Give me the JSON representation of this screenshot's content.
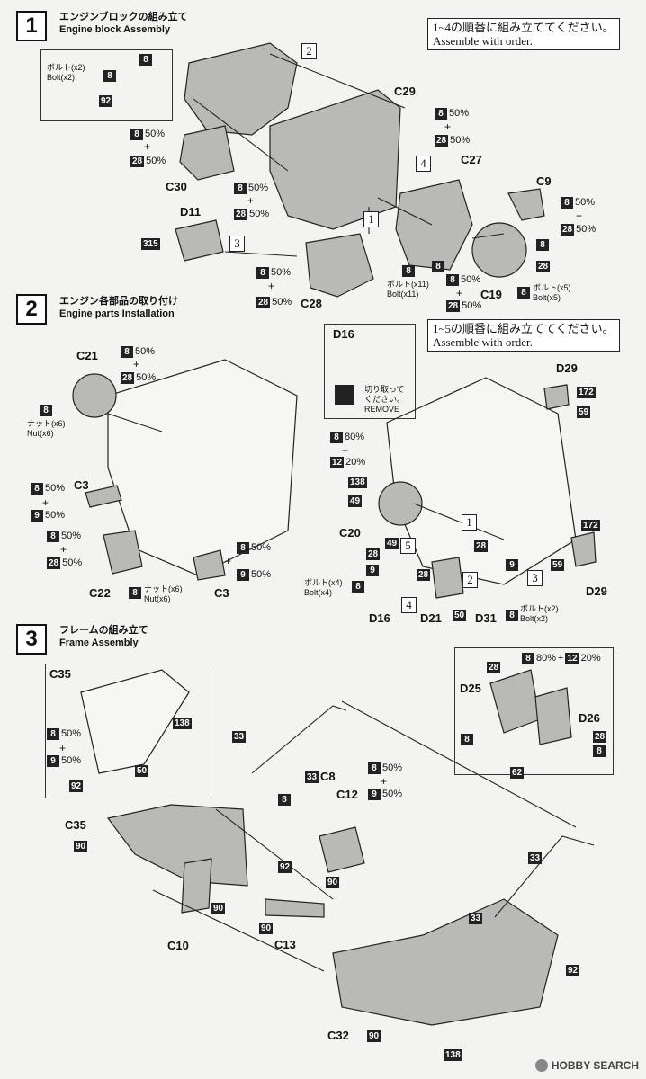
{
  "steps": [
    {
      "num": "1",
      "title_jp": "エンジンブロックの組み立て",
      "title_en": "Engine block Assembly"
    },
    {
      "num": "2",
      "title_jp": "エンジン各部品の取り付け",
      "title_en": "Engine parts Installation"
    },
    {
      "num": "3",
      "title_jp": "フレームの組み立て",
      "title_en": "Frame Assembly"
    }
  ],
  "order_notes": [
    {
      "jp": "1~4の順番に組み立ててください。",
      "en": "Assemble with order."
    },
    {
      "jp": "1~5の順番に組み立ててください。",
      "en": "Assemble with order."
    }
  ],
  "parts": {
    "c29": "C29",
    "c27": "C27",
    "c9": "C9",
    "c30": "C30",
    "d11": "D11",
    "c28": "C28",
    "c19": "C19",
    "c21": "C21",
    "c3a": "C3",
    "c22": "C22",
    "c3b": "C3",
    "d16": "D16",
    "d29a": "D29",
    "c20": "C20",
    "d16b": "D16",
    "d21": "D21",
    "d31": "D31",
    "d29b": "D29",
    "c35a": "C35",
    "c35b": "C35",
    "c8": "C8",
    "c12": "C12",
    "c10": "C10",
    "c13": "C13",
    "c32": "C32",
    "d25": "D25",
    "d26": "D26"
  },
  "paint": {
    "p8": "8",
    "p28": "28",
    "p9": "9",
    "p12": "12",
    "p33": "33",
    "p50": "50",
    "p59": "59",
    "p62": "62",
    "p90": "90",
    "p92": "92",
    "p138": "138",
    "p172": "172",
    "p315": "315",
    "p49": "49",
    "pct50": "50%",
    "pct80": "80%",
    "pct20": "20%",
    "plus": "+"
  },
  "notes": {
    "bolt2_jp": "ボルト(x2)",
    "bolt2_en": "Bolt(x2)",
    "bolt11_jp": "ボルト(x11)",
    "bolt11_en": "Bolt(x11)",
    "bolt5_jp": "ボルト(x5)",
    "bolt5_en": "Bolt(x5)",
    "nut6_jp": "ナット(x6)",
    "nut6_en": "Nut(x6)",
    "bolt4_jp": "ボルト(x4)",
    "bolt4_en": "Bolt(x4)",
    "remove_jp1": "切り取って",
    "remove_jp2": "ください。",
    "remove_en": "REMOVE"
  },
  "order_nums": {
    "n1": "1",
    "n2": "2",
    "n3": "3",
    "n4": "4",
    "n5": "5"
  },
  "watermark": "HOBBY SEARCH"
}
